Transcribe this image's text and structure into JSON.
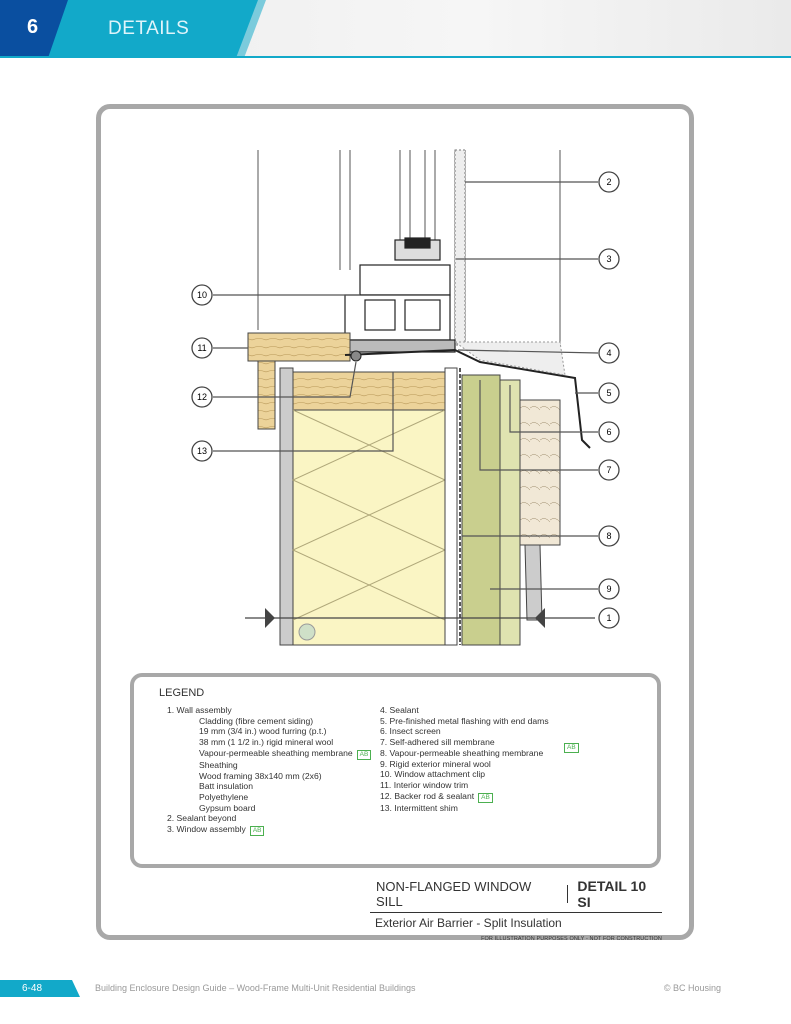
{
  "header": {
    "chapter_number": "6",
    "chapter_title": "DETAILS"
  },
  "callouts": {
    "c1": "1",
    "c2": "2",
    "c3": "3",
    "c4": "4",
    "c5": "5",
    "c6": "6",
    "c7": "7",
    "c8": "8",
    "c9": "9",
    "c10": "10",
    "c11": "11",
    "c12": "12",
    "c13": "13"
  },
  "legend": {
    "title": "LEGEND",
    "ab_badge": "AB",
    "items": [
      {
        "label": "1.  Wall assembly"
      },
      {
        "label": "Cladding (fibre cement siding)"
      },
      {
        "label": "19 mm (3/4 in.) wood furring (p.t.)"
      },
      {
        "label": "38 mm (1 1/2 in.) rigid mineral wool"
      },
      {
        "label": "Vapour-permeable sheathing membrane"
      },
      {
        "label": "Sheathing"
      },
      {
        "label": "Wood framing 38x140 mm (2x6)"
      },
      {
        "label": "Batt insulation"
      },
      {
        "label": "Polyethylene"
      },
      {
        "label": "Gypsum board"
      },
      {
        "label": "2.  Sealant beyond"
      },
      {
        "label": "3.  Window assembly"
      },
      {
        "label": "4.  Sealant"
      },
      {
        "label": "5.  Pre-finished metal flashing with end dams"
      },
      {
        "label": "6.  Insect screen"
      },
      {
        "label": "7.  Self-adhered sill membrane"
      },
      {
        "label": "8.  Vapour-permeable sheathing membrane"
      },
      {
        "label": "9.  Rigid exterior mineral wool"
      },
      {
        "label": "10. Window attachment clip"
      },
      {
        "label": "11. Interior window trim"
      },
      {
        "label": "12. Backer rod & sealant"
      },
      {
        "label": "13. Intermittent shim"
      }
    ]
  },
  "title_block": {
    "name": "NON-FLANGED WINDOW SILL",
    "detail": "DETAIL 10 SI",
    "subtitle": "Exterior Air Barrier - Split Insulation",
    "note": "FOR ILLUSTRATION PURPOSES ONLY - NOT FOR CONSTRUCTION"
  },
  "footer": {
    "page": "6-48",
    "text": "Building Enclosure Design Guide – Wood-Frame Multi-Unit Residential Buildings",
    "copyright": "© BC Housing"
  },
  "colors": {
    "blue": "#0a4fa0",
    "teal": "#12a9c9",
    "ab_green": "#4cb050",
    "insulation": "#faf5c4",
    "mineral_wool": "#c9cf8e",
    "wood": "#ecd39a"
  }
}
